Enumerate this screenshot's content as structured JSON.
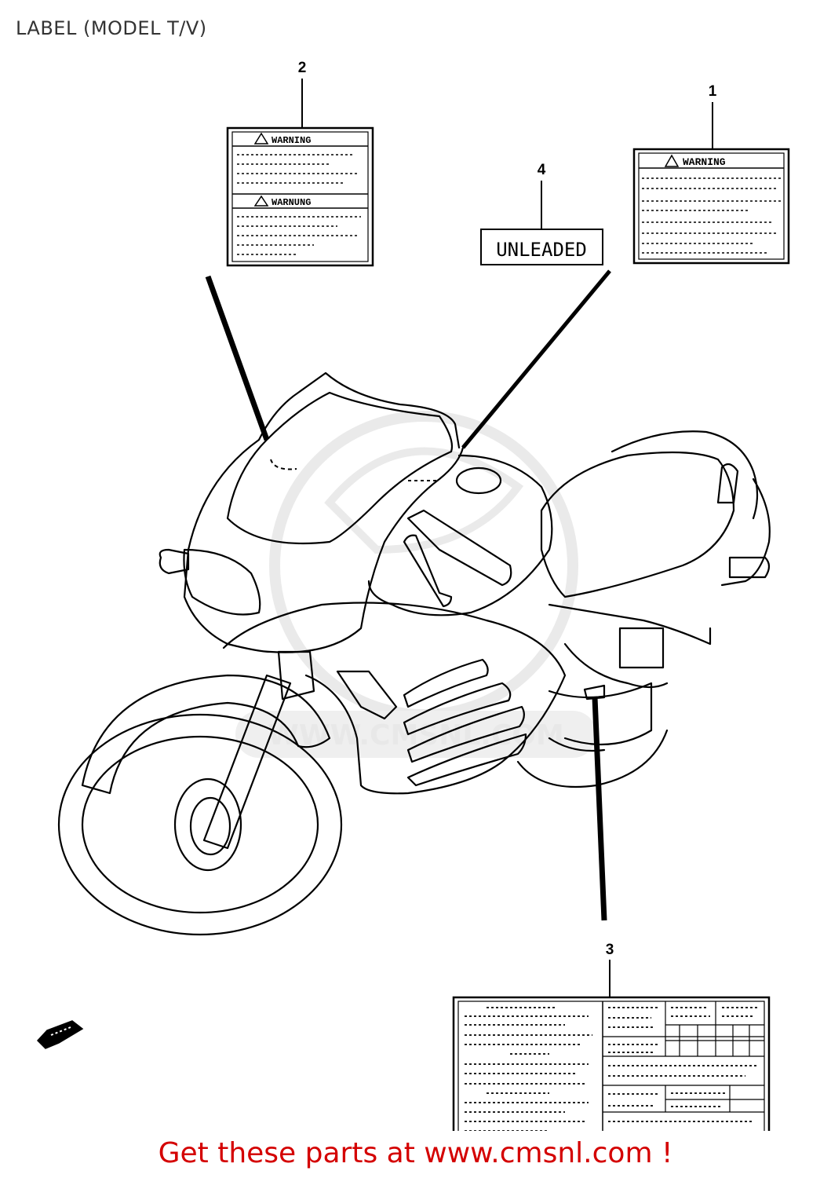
{
  "header": {
    "title": "LABEL (MODEL T/V)"
  },
  "callouts": {
    "c1": "1",
    "c2": "2",
    "c3": "3",
    "c4": "4"
  },
  "labels": {
    "warning": "WARNING",
    "warnung": "WARNUNG",
    "unleaded": "UNLEADED"
  },
  "watermark": "WWW.CMSNL.COM",
  "footer": {
    "text": "Get these parts at www.cmsnl.com !"
  },
  "colors": {
    "footer": "#d40000",
    "line": "#000000"
  }
}
